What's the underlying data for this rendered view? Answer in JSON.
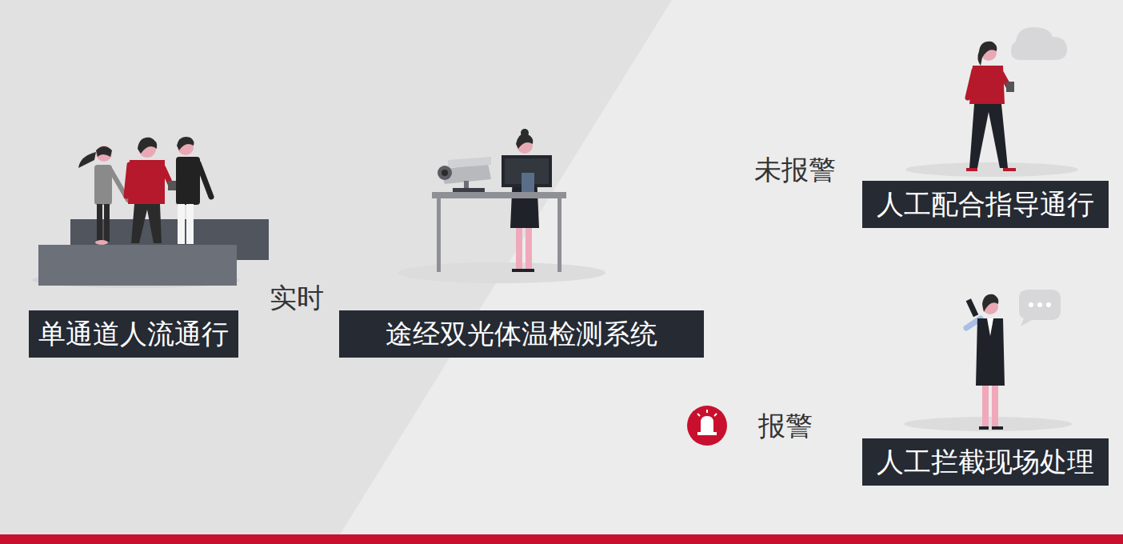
{
  "diagram": {
    "nodes": [
      {
        "text": [
          "单通道人流通行"
        ]
      },
      {
        "text": [
          "途经双光体温检测系统"
        ]
      },
      {
        "text": [
          "人工配合指导通行"
        ]
      },
      {
        "text": [
          "人工拦截现场处理"
        ]
      }
    ],
    "labels": [
      "实时",
      "未报警",
      "报警"
    ]
  }
}
